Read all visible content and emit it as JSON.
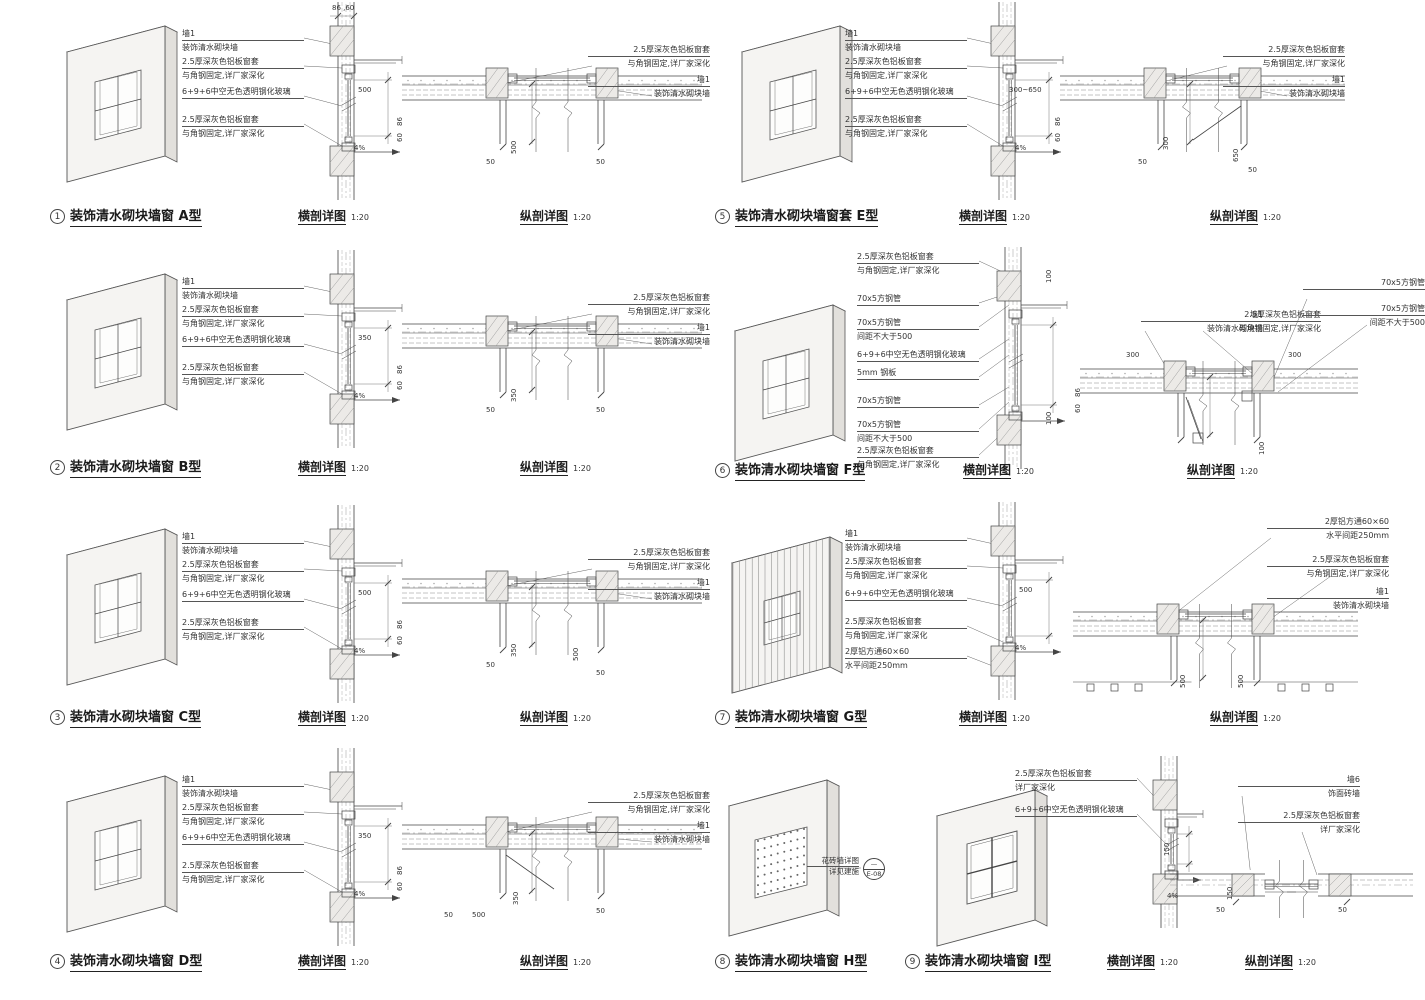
{
  "sheet": {
    "background": "#ffffff",
    "line_color": "#444444",
    "hatch_fill": "#ECEAE7",
    "text_color": "#2f2f2f"
  },
  "panels": [
    {
      "key": "a",
      "num": "1",
      "title": "装饰清水砌块墙窗 A型",
      "hsec": {
        "title": "横剖详图",
        "scale": "1:20",
        "labels": [
          [
            "墙1",
            "装饰清水砌块墙"
          ],
          [
            "2.5厚深灰色铝板窗套",
            "与角钢固定,详厂家深化"
          ],
          [
            "6+9+6中空无色透明钢化玻璃"
          ],
          [
            "2.5厚深灰色铝板窗套",
            "与角钢固定,详厂家深化"
          ]
        ],
        "dims": [
          "86 ,60",
          "500",
          "4%"
        ]
      },
      "vsec": {
        "title": "纵剖详图",
        "scale": "1:20",
        "labels": [
          [
            "2.5厚深灰色铝板窗套",
            "与角钢固定,详厂家深化"
          ],
          [
            "墙1",
            "装饰清水砌块墙"
          ]
        ],
        "dims": [
          "86",
          "60",
          "500",
          "50",
          "50"
        ]
      }
    },
    {
      "key": "e",
      "num": "5",
      "title": "装饰清水砌块墙窗套 E型",
      "hsec": {
        "title": "横剖详图",
        "scale": "1:20",
        "labels": [
          [
            "墙1",
            "装饰清水砌块墙"
          ],
          [
            "2.5厚深灰色铝板窗套",
            "与角钢固定,详厂家深化"
          ],
          [
            "6+9+6中空无色透明钢化玻璃"
          ],
          [
            "2.5厚深灰色铝板窗套",
            "与角钢固定,详厂家深化"
          ]
        ],
        "dims": [
          "300~650",
          "4%"
        ]
      },
      "vsec": {
        "title": "纵剖详图",
        "scale": "1:20",
        "labels": [
          [
            "2.5厚深灰色铝板窗套",
            "与角钢固定,详厂家深化"
          ],
          [
            "墙1",
            "装饰清水砌块墙"
          ]
        ],
        "dims": [
          "86",
          "60",
          "300",
          "650",
          "50",
          "50"
        ]
      }
    },
    {
      "key": "b",
      "num": "2",
      "title": "装饰清水砌块墙窗 B型",
      "hsec": {
        "title": "横剖详图",
        "scale": "1:20",
        "labels": [
          [
            "墙1",
            "装饰清水砌块墙"
          ],
          [
            "2.5厚深灰色铝板窗套",
            "与角钢固定,详厂家深化"
          ],
          [
            "6+9+6中空无色透明钢化玻璃"
          ],
          [
            "2.5厚深灰色铝板窗套",
            "与角钢固定,详厂家深化"
          ]
        ],
        "dims": [
          "350",
          "4%"
        ]
      },
      "vsec": {
        "title": "纵剖详图",
        "scale": "1:20",
        "labels": [
          [
            "2.5厚深灰色铝板窗套",
            "与角钢固定,详厂家深化"
          ],
          [
            "墙1",
            "装饰清水砌块墙"
          ]
        ],
        "dims": [
          "86",
          "60",
          "350",
          "50",
          "50"
        ]
      }
    },
    {
      "key": "f",
      "num": "6",
      "title": "装饰清水砌块墙窗 F型",
      "hsec": {
        "title": "横剖详图",
        "scale": "1:20",
        "labels": [
          [
            "2.5厚深灰色铝板窗套",
            "与角钢固定,详厂家深化"
          ],
          [
            "70x5方钢管"
          ],
          [
            "70x5方钢管",
            "间距不大于500"
          ],
          [
            "6+9+6中空无色透明钢化玻璃"
          ],
          [
            "5mm 钢板"
          ],
          [
            "70x5方钢管"
          ],
          [
            "70x5方钢管",
            "间距不大于500"
          ],
          [
            "2.5厚深灰色铝板窗套",
            "与角钢固定,详厂家深化"
          ]
        ],
        "dims": [
          "100",
          "100"
        ]
      },
      "vsec": {
        "title": "纵剖详图",
        "scale": "1:20",
        "labels": [
          [
            "墙1",
            "装饰清水砌块墙"
          ],
          [
            "2.5厚深灰色铝板窗套",
            "与角钢固定,详厂家深化"
          ],
          [
            "70x5方钢管"
          ],
          [
            "70x5方钢管",
            "间距不大于500"
          ]
        ],
        "dims": [
          "300",
          "300",
          "100",
          "86",
          "60"
        ]
      }
    },
    {
      "key": "c",
      "num": "3",
      "title": "装饰清水砌块墙窗 C型",
      "hsec": {
        "title": "横剖详图",
        "scale": "1:20",
        "labels": [
          [
            "墙1",
            "装饰清水砌块墙"
          ],
          [
            "2.5厚深灰色铝板窗套",
            "与角钢固定,详厂家深化"
          ],
          [
            "6+9+6中空无色透明钢化玻璃"
          ],
          [
            "2.5厚深灰色铝板窗套",
            "与角钢固定,详厂家深化"
          ]
        ],
        "dims": [
          "500",
          "4%"
        ]
      },
      "vsec": {
        "title": "纵剖详图",
        "scale": "1:20",
        "labels": [
          [
            "2.5厚深灰色铝板窗套",
            "与角钢固定,详厂家深化"
          ],
          [
            "墙1",
            "装饰清水砌块墙"
          ]
        ],
        "dims": [
          "86",
          "60",
          "350",
          "500",
          "50",
          "50"
        ]
      }
    },
    {
      "key": "g",
      "num": "7",
      "title": "装饰清水砌块墙窗 G型",
      "hsec": {
        "title": "横剖详图",
        "scale": "1:20",
        "labels": [
          [
            "墙1",
            "装饰清水砌块墙"
          ],
          [
            "2.5厚深灰色铝板窗套",
            "与角钢固定,详厂家深化"
          ],
          [
            "6+9+6中空无色透明钢化玻璃"
          ],
          [
            "2.5厚深灰色铝板窗套",
            "与角钢固定,详厂家深化"
          ],
          [
            "2厚铝方通60×60",
            "水平间距250mm"
          ]
        ],
        "dims": [
          "500",
          "4%"
        ]
      },
      "vsec": {
        "title": "纵剖详图",
        "scale": "1:20",
        "labels": [
          [
            "2厚铝方通60×60",
            "水平间距250mm"
          ],
          [
            "2.5厚深灰色铝板窗套",
            "与角钢固定,详厂家深化"
          ],
          [
            "墙1",
            "装饰清水砌块墙"
          ]
        ],
        "dims": [
          "500",
          "500"
        ]
      }
    },
    {
      "key": "d",
      "num": "4",
      "title": "装饰清水砌块墙窗 D型",
      "hsec": {
        "title": "横剖详图",
        "scale": "1:20",
        "labels": [
          [
            "墙1",
            "装饰清水砌块墙"
          ],
          [
            "2.5厚深灰色铝板窗套",
            "与角钢固定,详厂家深化"
          ],
          [
            "6+9+6中空无色透明钢化玻璃"
          ],
          [
            "2.5厚深灰色铝板窗套",
            "与角钢固定,详厂家深化"
          ]
        ],
        "dims": [
          "350",
          "4%"
        ]
      },
      "vsec": {
        "title": "纵剖详图",
        "scale": "1:20",
        "labels": [
          [
            "2.5厚深灰色铝板窗套",
            "与角钢固定,详厂家深化"
          ],
          [
            "墙1",
            "装饰清水砌块墙"
          ]
        ],
        "dims": [
          "86",
          "60",
          "350",
          "50",
          "500",
          "50"
        ]
      }
    },
    {
      "key": "h",
      "num": "8",
      "title": "装饰清水砌块墙窗 H型",
      "callout": {
        "lines": [
          "花砖墙详图",
          "详见建施"
        ],
        "ref_top": "—",
        "ref_bottom": "E-08"
      }
    },
    {
      "key": "i",
      "num": "9",
      "title": "装饰清水砌块墙窗 I型",
      "hsec": {
        "title": "横剖详图",
        "scale": "1:20",
        "labels": [
          [
            "2.5厚深灰色铝板窗套",
            "详厂家深化"
          ],
          [
            "6+9+6中空无色透明钢化玻璃"
          ]
        ],
        "dims": [
          "150",
          "4%"
        ]
      },
      "vsec": {
        "title": "纵剖详图",
        "scale": "1:20",
        "labels": [
          [
            "墙6",
            "饰面砖墙"
          ],
          [
            "2.5厚深灰色铝板窗套",
            "详厂家深化"
          ]
        ],
        "dims": [
          "50",
          "50",
          "150"
        ]
      }
    }
  ]
}
